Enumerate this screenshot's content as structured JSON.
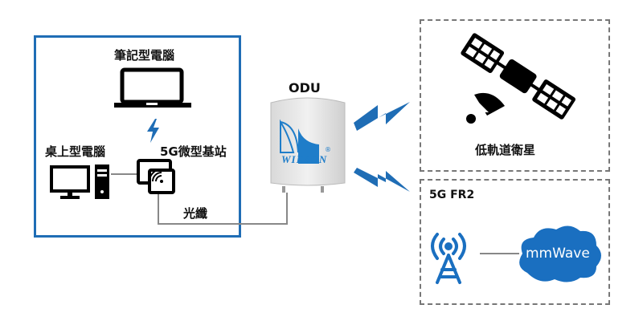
{
  "local_network": {
    "laptop_label": "筆記型電腦",
    "desktop_label": "桌上型電腦",
    "small_cell_label": "5G微型基站",
    "fiber_label": "光纖"
  },
  "odu": {
    "label": "ODU",
    "brand": "WIESON",
    "registered_mark": "®"
  },
  "satellite_box": {
    "label": "低軌道衛星"
  },
  "fr2_box": {
    "title": "5G FR2",
    "cloud_label": "mmWave"
  },
  "colors": {
    "accent_blue": "#1f6db5",
    "cloud_blue": "#1a6fc0",
    "line_gray": "#888888",
    "dash_gray": "#777777"
  }
}
